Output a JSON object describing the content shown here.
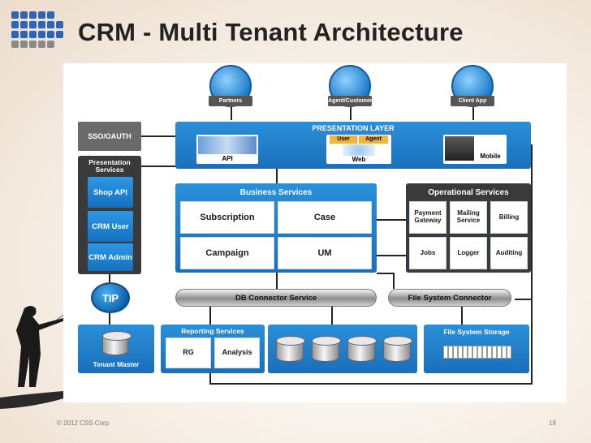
{
  "header": {
    "title": "CRM - Multi Tenant Architecture",
    "logo_icon": "grid-logo-icon"
  },
  "clients": [
    {
      "label": "Partners",
      "icon": "partners-icon"
    },
    {
      "label": "Agent/Customers",
      "icon": "agent-customers-icon"
    },
    {
      "label": "Client App",
      "icon": "client-app-icon"
    }
  ],
  "sso": {
    "label": "SSO/OAUTH"
  },
  "presentation_layer": {
    "title": "PRESENTATION LAYER",
    "api_label": "API",
    "web_label": "Web",
    "web_tabs": [
      "User",
      "Agent"
    ],
    "mobile_label": "Mobile"
  },
  "presentation_services": {
    "title": "Presentation Services",
    "items": [
      "Shop API",
      "CRM User",
      "CRM Admin"
    ]
  },
  "tip": {
    "label": "TIP"
  },
  "business_services": {
    "title": "Business Services",
    "items": [
      "Subscription",
      "Case",
      "Campaign",
      "UM"
    ]
  },
  "operational_services": {
    "title": "Operational Services",
    "items": [
      "Payment Gateway",
      "Mailing Service",
      "Billing",
      "Jobs",
      "Logger",
      "Auditing"
    ]
  },
  "connectors": {
    "db": "DB Connector Service",
    "fs": "File System Connector"
  },
  "bottom": {
    "tenant_master": "Tenant Master",
    "reporting_title": "Reporting Services",
    "reporting_items": [
      "RG",
      "Analysis"
    ],
    "fs_storage": "File System Storage"
  },
  "footer": {
    "copyright": "© 2012 CSS Corp",
    "page": "18"
  },
  "colors": {
    "accent_blue": "#1a6fba",
    "dark_gray": "#3a3a3a"
  }
}
